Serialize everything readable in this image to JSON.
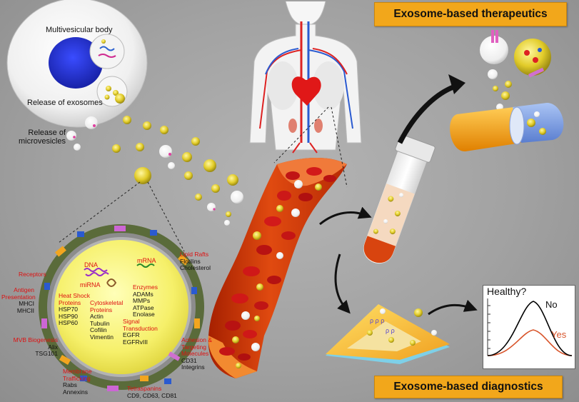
{
  "cell": {
    "multivesicular_body": "Multivesicular body",
    "release_exosomes": "Release of exosomes",
    "release_microvesicles_line1": "Release of",
    "release_microvesicles_line2": "microvesicles"
  },
  "banners": {
    "therapeutics": "Exosome-based therapeutics",
    "diagnostics": "Exosome-based diagnostics"
  },
  "exosome": {
    "rna": {
      "dna": "DNA",
      "mrna": "mRNA",
      "mirna": "miRNA"
    },
    "heat_shock": {
      "title": [
        "Heat Shock",
        "Proteins"
      ],
      "items": [
        "HSP70",
        "HSP90",
        "HSP60"
      ]
    },
    "cytoskeletal": {
      "title": [
        "Cytoskeletal",
        "Proteins"
      ],
      "items": [
        "Actin",
        "Tubulin",
        "Cofilin",
        "Vimentin"
      ]
    },
    "enzymes": {
      "title": "Enzymes",
      "items": [
        "ADAMs",
        "MMPs",
        "ATPase",
        "Enolase"
      ]
    },
    "signal": {
      "title": [
        "Signal",
        "Transduction"
      ],
      "items": [
        "EGFR",
        "EGFRvIII"
      ]
    },
    "lipid_rafts": {
      "title": "Lipid Rafts",
      "items": [
        "Flotilins",
        "Cholesterol"
      ]
    },
    "receptors": {
      "title": "Receptors"
    },
    "antigen": {
      "title": [
        "Antigen",
        "Presentation"
      ],
      "items": [
        "MHCI",
        "MHCII"
      ]
    },
    "mvb": {
      "title": "MVB Biogenesis",
      "items": [
        "Alix",
        "TSG101"
      ]
    },
    "membrane": {
      "title": [
        "Membrane",
        "Trafficking"
      ],
      "items": [
        "Rabs",
        "Annexins"
      ]
    },
    "tetraspanins": {
      "title": "Tetraspanins",
      "items": [
        "CD9, CD63, CD81"
      ]
    },
    "adhesion": {
      "title": [
        "Achesion &",
        "Targeting",
        "Molecules"
      ],
      "items": [
        "CD31",
        "Integrins"
      ]
    }
  },
  "plot": {
    "question": "Healthy?",
    "no": "No",
    "yes": "Yes"
  },
  "colors": {
    "banner": "#f2a71b",
    "red_label": "#dd1111",
    "exosome_yellow": "#d9c21a",
    "no_curve": "#000000",
    "yes_curve": "#d8542a"
  }
}
